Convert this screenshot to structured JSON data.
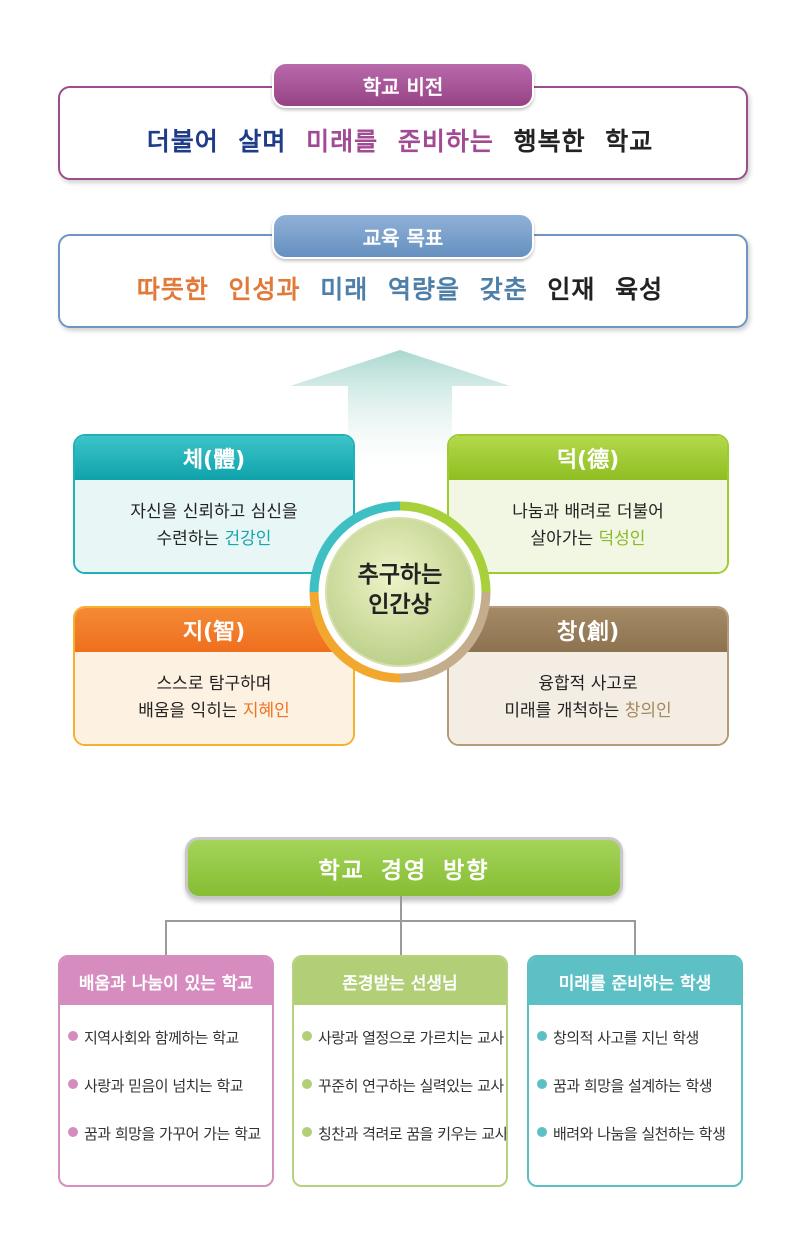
{
  "vision": {
    "title": "학교 비전",
    "part1": "더불어 살며",
    "part2": "미래를 준비하는",
    "part3": "행복한 학교",
    "colors": [
      "#1f3c88",
      "#a24a93",
      "#222222"
    ]
  },
  "goal": {
    "title": "교육 목표",
    "part1": "따뜻한 인성과",
    "part2": "미래 역량을 갖춘",
    "part3": "인재 육성",
    "colors": [
      "#e0793a",
      "#4d7fa8",
      "#222222"
    ]
  },
  "center": {
    "line1": "추구하는",
    "line2": "인간상"
  },
  "quadrants": [
    {
      "title": "체(體)",
      "line1": "자신을 신뢰하고 심신을",
      "line2_prefix": "수련하는 ",
      "highlight": "건강인",
      "highlight_color": "#15a6ae"
    },
    {
      "title": "덕(德)",
      "line1": "나눔과 배려로 더불어",
      "line2_prefix": "살아가는 ",
      "highlight": "덕성인",
      "highlight_color": "#8ab92a"
    },
    {
      "title": "지(智)",
      "line1": "스스로 탐구하며",
      "line2_prefix": "배움을 익히는 ",
      "highlight": "지혜인",
      "highlight_color": "#ef7422"
    },
    {
      "title": "창(創)",
      "line1": "융합적 사고로",
      "line2_prefix": "미래를 개척하는 ",
      "highlight": "창의인",
      "highlight_color": "#a6875d"
    }
  ],
  "management": {
    "title": "학교 경영 방향",
    "columns": [
      {
        "title": "배움과 나눔이 있는 학교",
        "items": [
          "지역사회와 함께하는 학교",
          "사랑과 믿음이 넘치는 학교",
          "꿈과 희망을 가꾸어 가는 학교"
        ]
      },
      {
        "title": "존경받는 선생님",
        "items": [
          "사랑과 열정으로 가르치는 교사",
          "꾸준히 연구하는 실력있는 교사",
          "칭찬과 격려로 꿈을 키우는 교사"
        ]
      },
      {
        "title": "미래를 준비하는 학생",
        "items": [
          "창의적 사고를 지닌 학생",
          "꿈과 희망을 설계하는 학생",
          "배려와 나눔을 실천하는 학생"
        ]
      }
    ]
  }
}
